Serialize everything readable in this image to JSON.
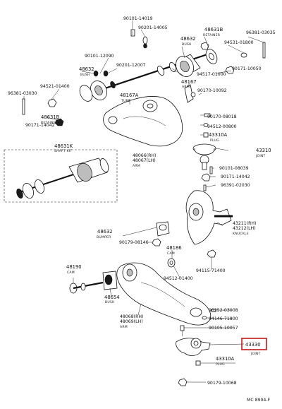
{
  "parts": {
    "p90101_14019": "90101-14019",
    "p90201_14005": "90201-14005",
    "p48632_top": "48632",
    "p48632_top_sub": "BUSH",
    "p48631_top": "48631B",
    "p48631_top_sub": "RETAINER",
    "p96381_03035": "96381-03035",
    "p94531_01800": "94531-01800",
    "p90101_12090": "90101-12090",
    "p90201_12007": "90201-12007",
    "p94517_01000": "94517-01000",
    "p90171_10050": "90171-10050",
    "p48632_left": "48632",
    "p48632_left_sub": "BUSH",
    "p94521_01400": "94521-01400",
    "p48167a": "48167A",
    "p48167a_sub": "TUBE",
    "p48167": "48167",
    "p48167_sub": "ARM",
    "p90170_10092": "90170-10092",
    "p96381_03030": "96381-03030",
    "p48631b": "48631B",
    "p48631b_sub": "RETAINER",
    "p90171_14042_top": "90171-14042",
    "p90170_08018": "90170-08018",
    "p94512_00800": "94512-00800",
    "p43310a_top": "43310A",
    "p43310a_top_sub": "PLUG",
    "p48631k": "48631K",
    "p48631k_sub": "SHAFT KIT",
    "p48066": "48066(RH)",
    "p48067": "48067(LH)",
    "p4806_sub": "ARM",
    "p43310_top": "43310",
    "p43310_top_sub": "JOINT",
    "p90101_08039": "90101-08039",
    "p90171_14042_right": "90171-14042",
    "p96391_02030": "96391-02030",
    "p43211": "43211(RH)",
    "p43212": "43212(LH)",
    "p4321_sub": "KNUCKLE",
    "p48632_mid": "48632",
    "p48632_mid_sub": "BUMPER",
    "p90179_08146": "90179-08146",
    "p48186": "48186",
    "p48186_sub": "CAM",
    "p48190": "48190",
    "p48190_sub": "CAM",
    "p94115_71400": "94115-71400",
    "p94512_01400": "94512-01400",
    "p48654": "48654",
    "p48654_sub": "BUSH",
    "p48068": "48068(RH)",
    "p48069": "48069(LH)",
    "p4806b_sub": "ARM",
    "p90252_03008": "90252-03008",
    "p94146_71800": "94146-71800",
    "p90105_10057": "90105-10057",
    "p43330": "43330",
    "p43330_sub": "JOINT",
    "p43310a_bot": "43310A",
    "p43310a_bot_sub": "PLUG",
    "p90179_10068": "90179-10068",
    "footer_code": "MC  8904-F"
  },
  "highlight": {
    "part": "43330",
    "color": "#c01818"
  }
}
